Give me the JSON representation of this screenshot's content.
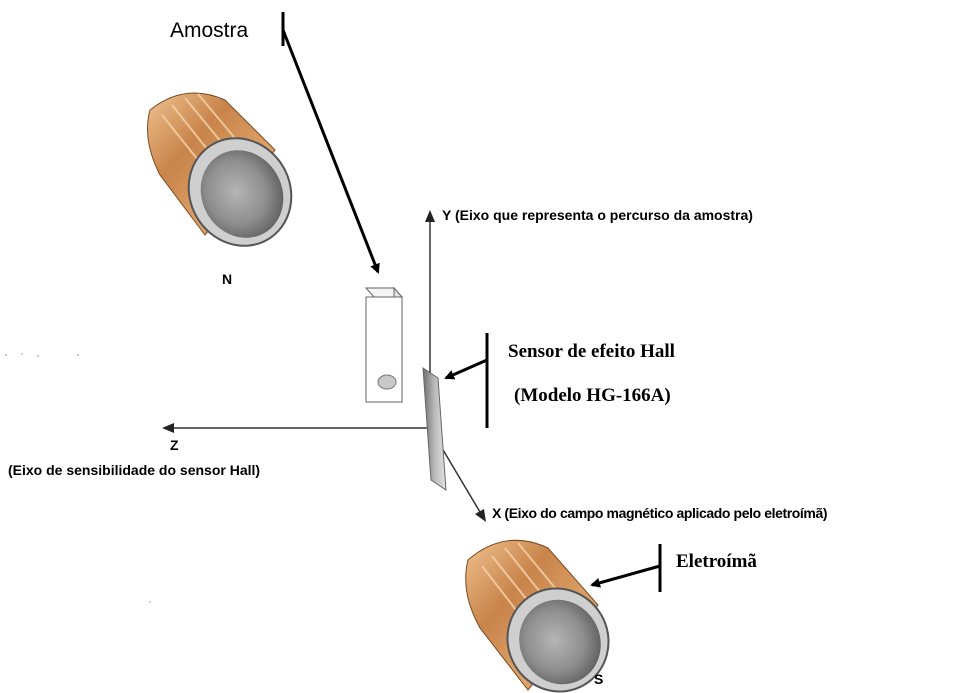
{
  "labels": {
    "sample": "Amostra",
    "north_pole": "N",
    "south_pole": "S",
    "y_axis": "Y (Eixo que representa o percurso da amostra)",
    "z_axis_letter": "Z",
    "z_axis_desc": "(Eixo de sensibilidade do sensor Hall)",
    "x_axis": "X (Eixo do campo magnético aplicado pelo eletroímã)",
    "sensor_name": "Sensor de efeito Hall",
    "sensor_model": "(Modelo   HG-166A)",
    "electromagnet": "Eletroímã"
  },
  "colors": {
    "copper": "#c8844a",
    "core": "#8e8e8e",
    "axis": "#333333",
    "sensor_plate": "#9a9a9a"
  }
}
